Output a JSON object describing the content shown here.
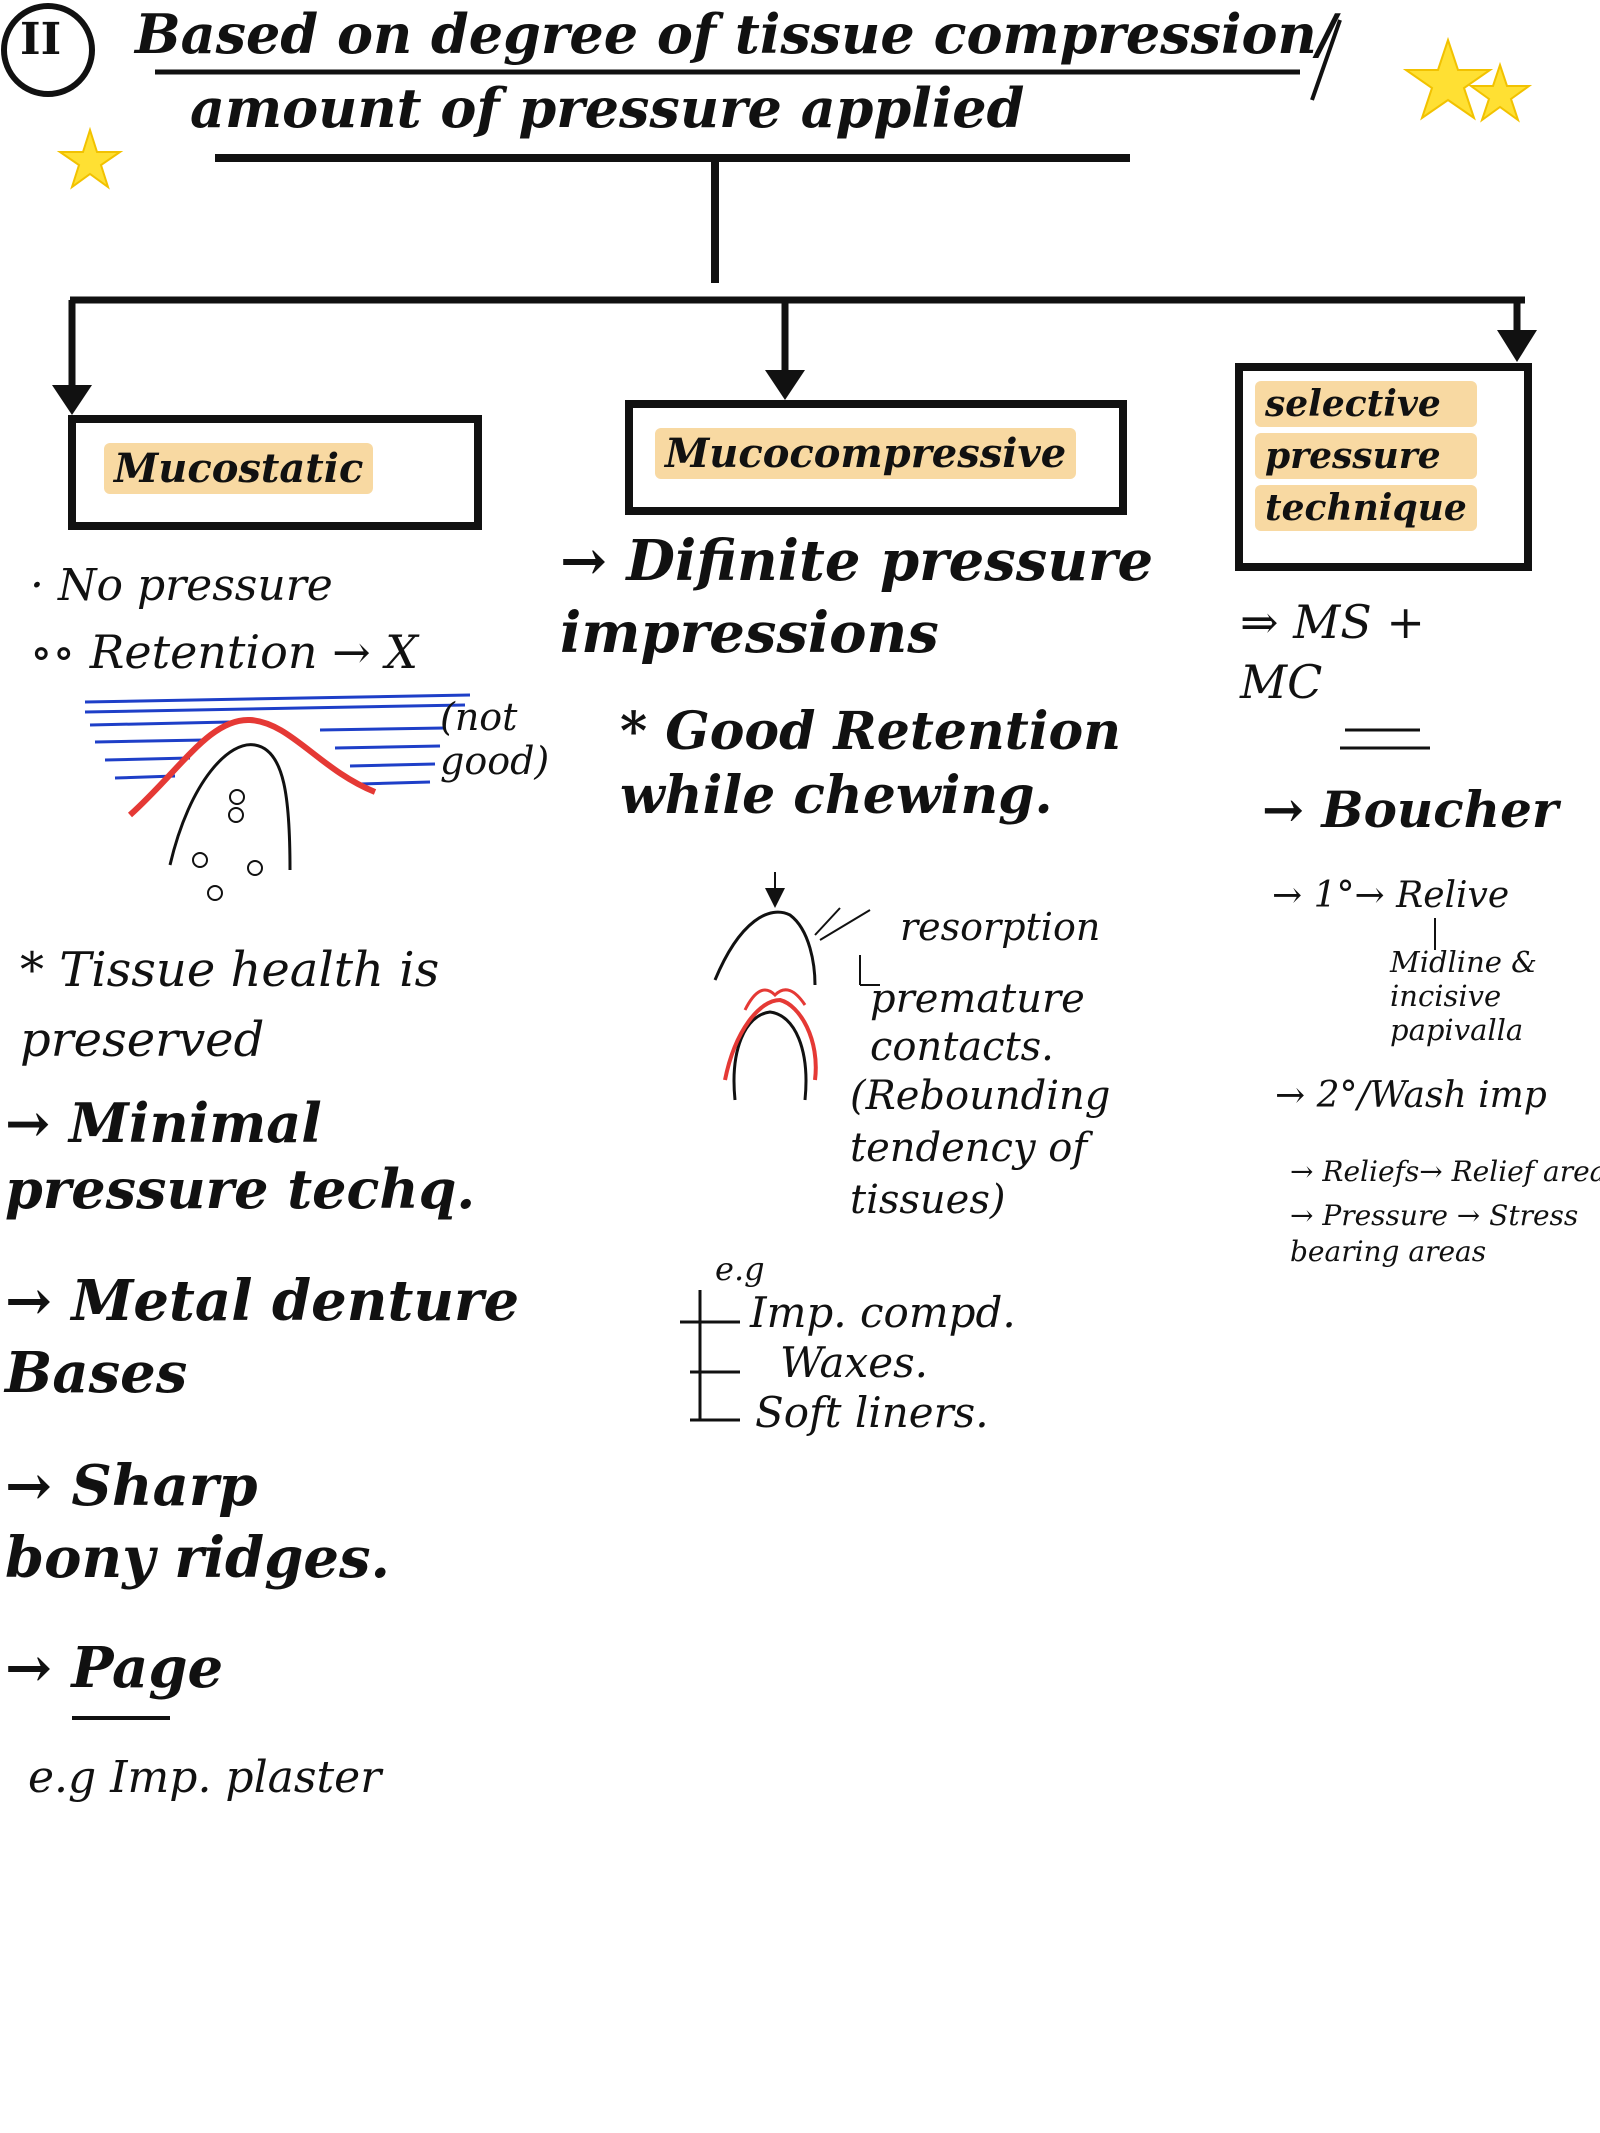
{
  "title": {
    "roman_numeral": "II",
    "line1": "Based on degree of tissue compression/",
    "line2": "amount of pressure applied"
  },
  "colors": {
    "ink": "#111111",
    "highlight": "#f8d9a2",
    "red": "#e53935",
    "blue": "#1e3fc8",
    "star": "#ffe033"
  },
  "branches": {
    "mucostatic": {
      "label": "Mucostatic",
      "points": {
        "p1": "No pressure",
        "p2": "Retention → X",
        "p2_note": "(not good)",
        "p3": "Tissue health is preserved",
        "p4": "Minimal pressure techq.",
        "p5": "Metal denture Bases",
        "p6": "Sharp bony ridges.",
        "p7": "Page",
        "example": "e.g Imp. plaster"
      }
    },
    "mucocompressive": {
      "label": "Mucocompressive",
      "points": {
        "p1": "Difinite pressure impressions",
        "p2": "Good Retention while chewing.",
        "sketch_label1": "resorption",
        "sketch_label2": "premature contacts.",
        "sketch_label3": "(Rebounding tendency of tissues)",
        "example_header": "e.g",
        "examples": [
          "Imp. compd.",
          "Waxes.",
          "Soft liners."
        ]
      }
    },
    "selective": {
      "label_line1": "selective",
      "label_line2": "pressure",
      "label_line3": "technique",
      "points": {
        "p1": "MS + MC",
        "p2": "Boucher",
        "primary": "1°→ Relive",
        "primary_sub": "Midline & incisive papivalla",
        "secondary": "2°/Wash imp",
        "relief": "Reliefs→ Relief area",
        "pressure": "Pressure → Stress bearing areas"
      }
    }
  }
}
